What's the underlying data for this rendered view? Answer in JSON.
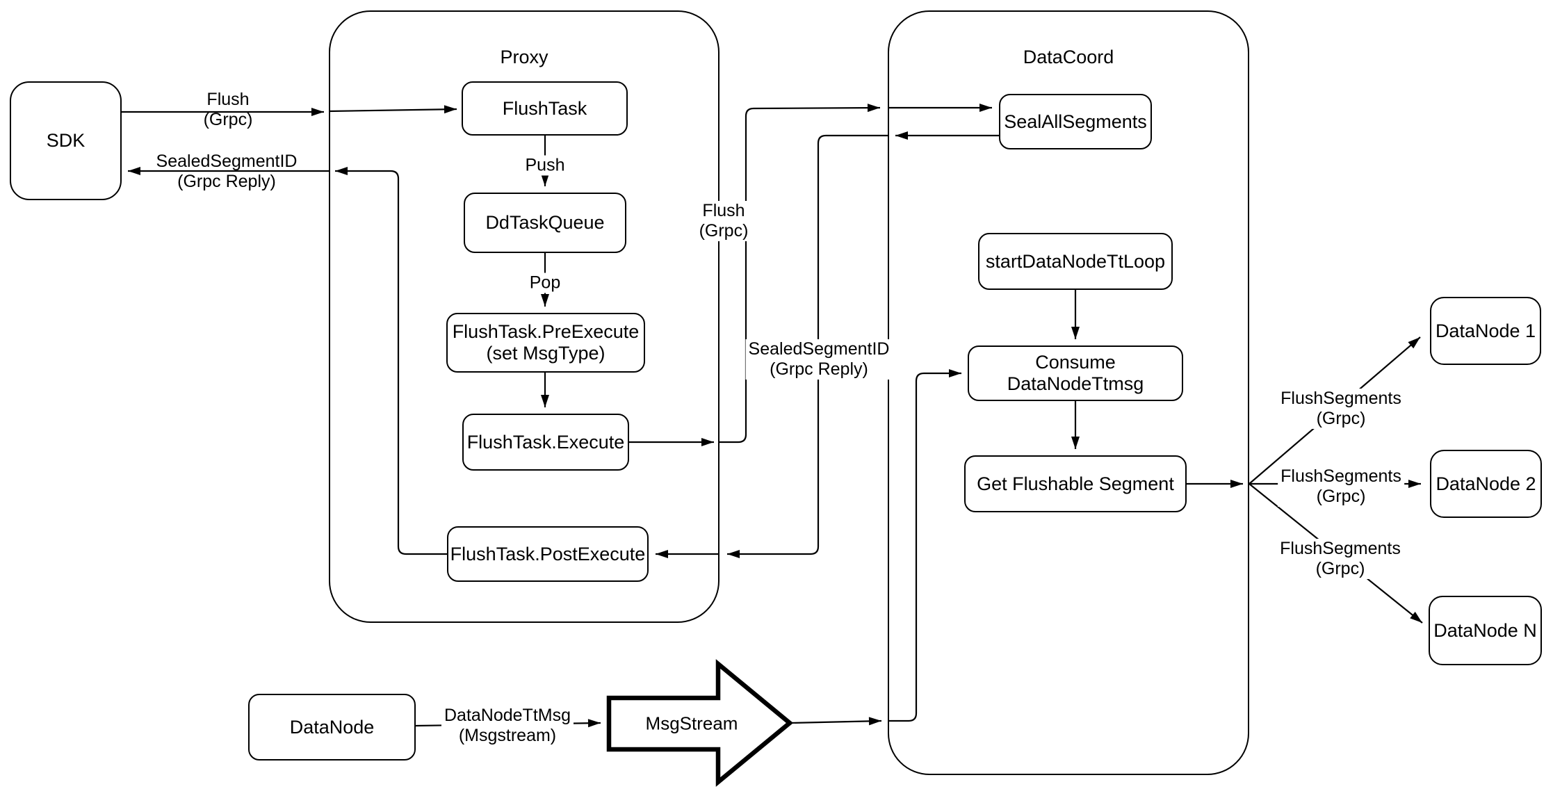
{
  "containers": {
    "proxy": {
      "title": "Proxy"
    },
    "datacoord": {
      "title": "DataCoord"
    }
  },
  "nodes": {
    "sdk": {
      "label": "SDK"
    },
    "flush_task": {
      "label": "FlushTask"
    },
    "dd_task_queue": {
      "label": "DdTaskQueue"
    },
    "pre_execute": {
      "label": "FlushTask.PreExecute\n(set MsgType)"
    },
    "execute": {
      "label": "FlushTask.Execute"
    },
    "post_execute": {
      "label": "FlushTask.PostExecute"
    },
    "seal_all_segments": {
      "label": "SealAllSegments"
    },
    "start_datanode_tt_loop": {
      "label": "startDataNodeTtLoop"
    },
    "consume_datanode_ttmsg": {
      "label": "Consume DataNodeTtmsg"
    },
    "get_flushable_segment": {
      "label": "Get Flushable Segment"
    },
    "datanode_1": {
      "label": "DataNode 1"
    },
    "datanode_2": {
      "label": "DataNode 2"
    },
    "datanode_n": {
      "label": "DataNode N"
    },
    "datanode": {
      "label": "DataNode"
    },
    "msgstream": {
      "label": "MsgStream"
    }
  },
  "edge_labels": {
    "flush_grpc_sdk": {
      "text": "Flush\n(Grpc)"
    },
    "sealed_segment_id_sdk": {
      "text": "SealedSegmentID\n(Grpc Reply)"
    },
    "push": {
      "text": "Push"
    },
    "pop": {
      "text": "Pop"
    },
    "flush_grpc_mid": {
      "text": "Flush\n(Grpc)"
    },
    "sealed_segment_id_mid": {
      "text": "SealedSegmentID\n(Grpc Reply)"
    },
    "flush_segments_1": {
      "text": "FlushSegments\n(Grpc)"
    },
    "flush_segments_2": {
      "text": "FlushSegments\n(Grpc)"
    },
    "flush_segments_3": {
      "text": "FlushSegments\n(Grpc)"
    },
    "datanode_tt_msg": {
      "text": "DataNodeTtMsg\n(Msgstream)"
    }
  },
  "colors": {
    "stroke": "#000000",
    "background": "#ffffff"
  }
}
